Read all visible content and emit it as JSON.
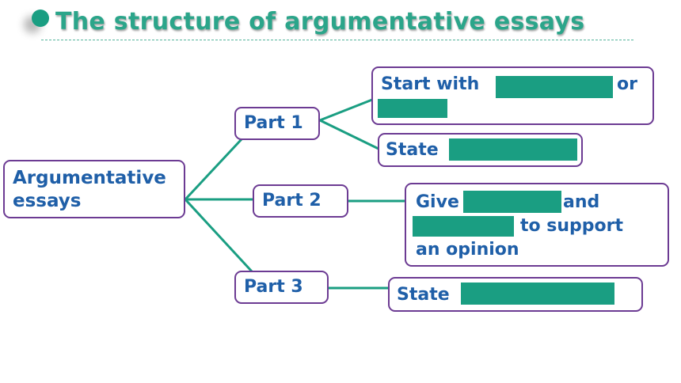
{
  "slide": {
    "title": "The structure of argumentative essays"
  },
  "diagram": {
    "root": {
      "line1": "Argumentative",
      "line2": "essays"
    },
    "parts": [
      {
        "label": "Part 1",
        "items": [
          {
            "before": "Start with",
            "after": "or"
          },
          {
            "before": "State"
          }
        ]
      },
      {
        "label": "Part 2",
        "items": [
          {
            "before": "Give",
            "middle": "and",
            "after_line2": "to support",
            "line3": "an opinion"
          }
        ]
      },
      {
        "label": "Part 3",
        "items": [
          {
            "before": "State"
          }
        ]
      }
    ]
  },
  "colors": {
    "accent": "#2ba58a",
    "blank_fill": "#1a9e82",
    "box_border": "#6c3b93",
    "text": "#1f5fa8",
    "connector": "#1a9e82"
  }
}
